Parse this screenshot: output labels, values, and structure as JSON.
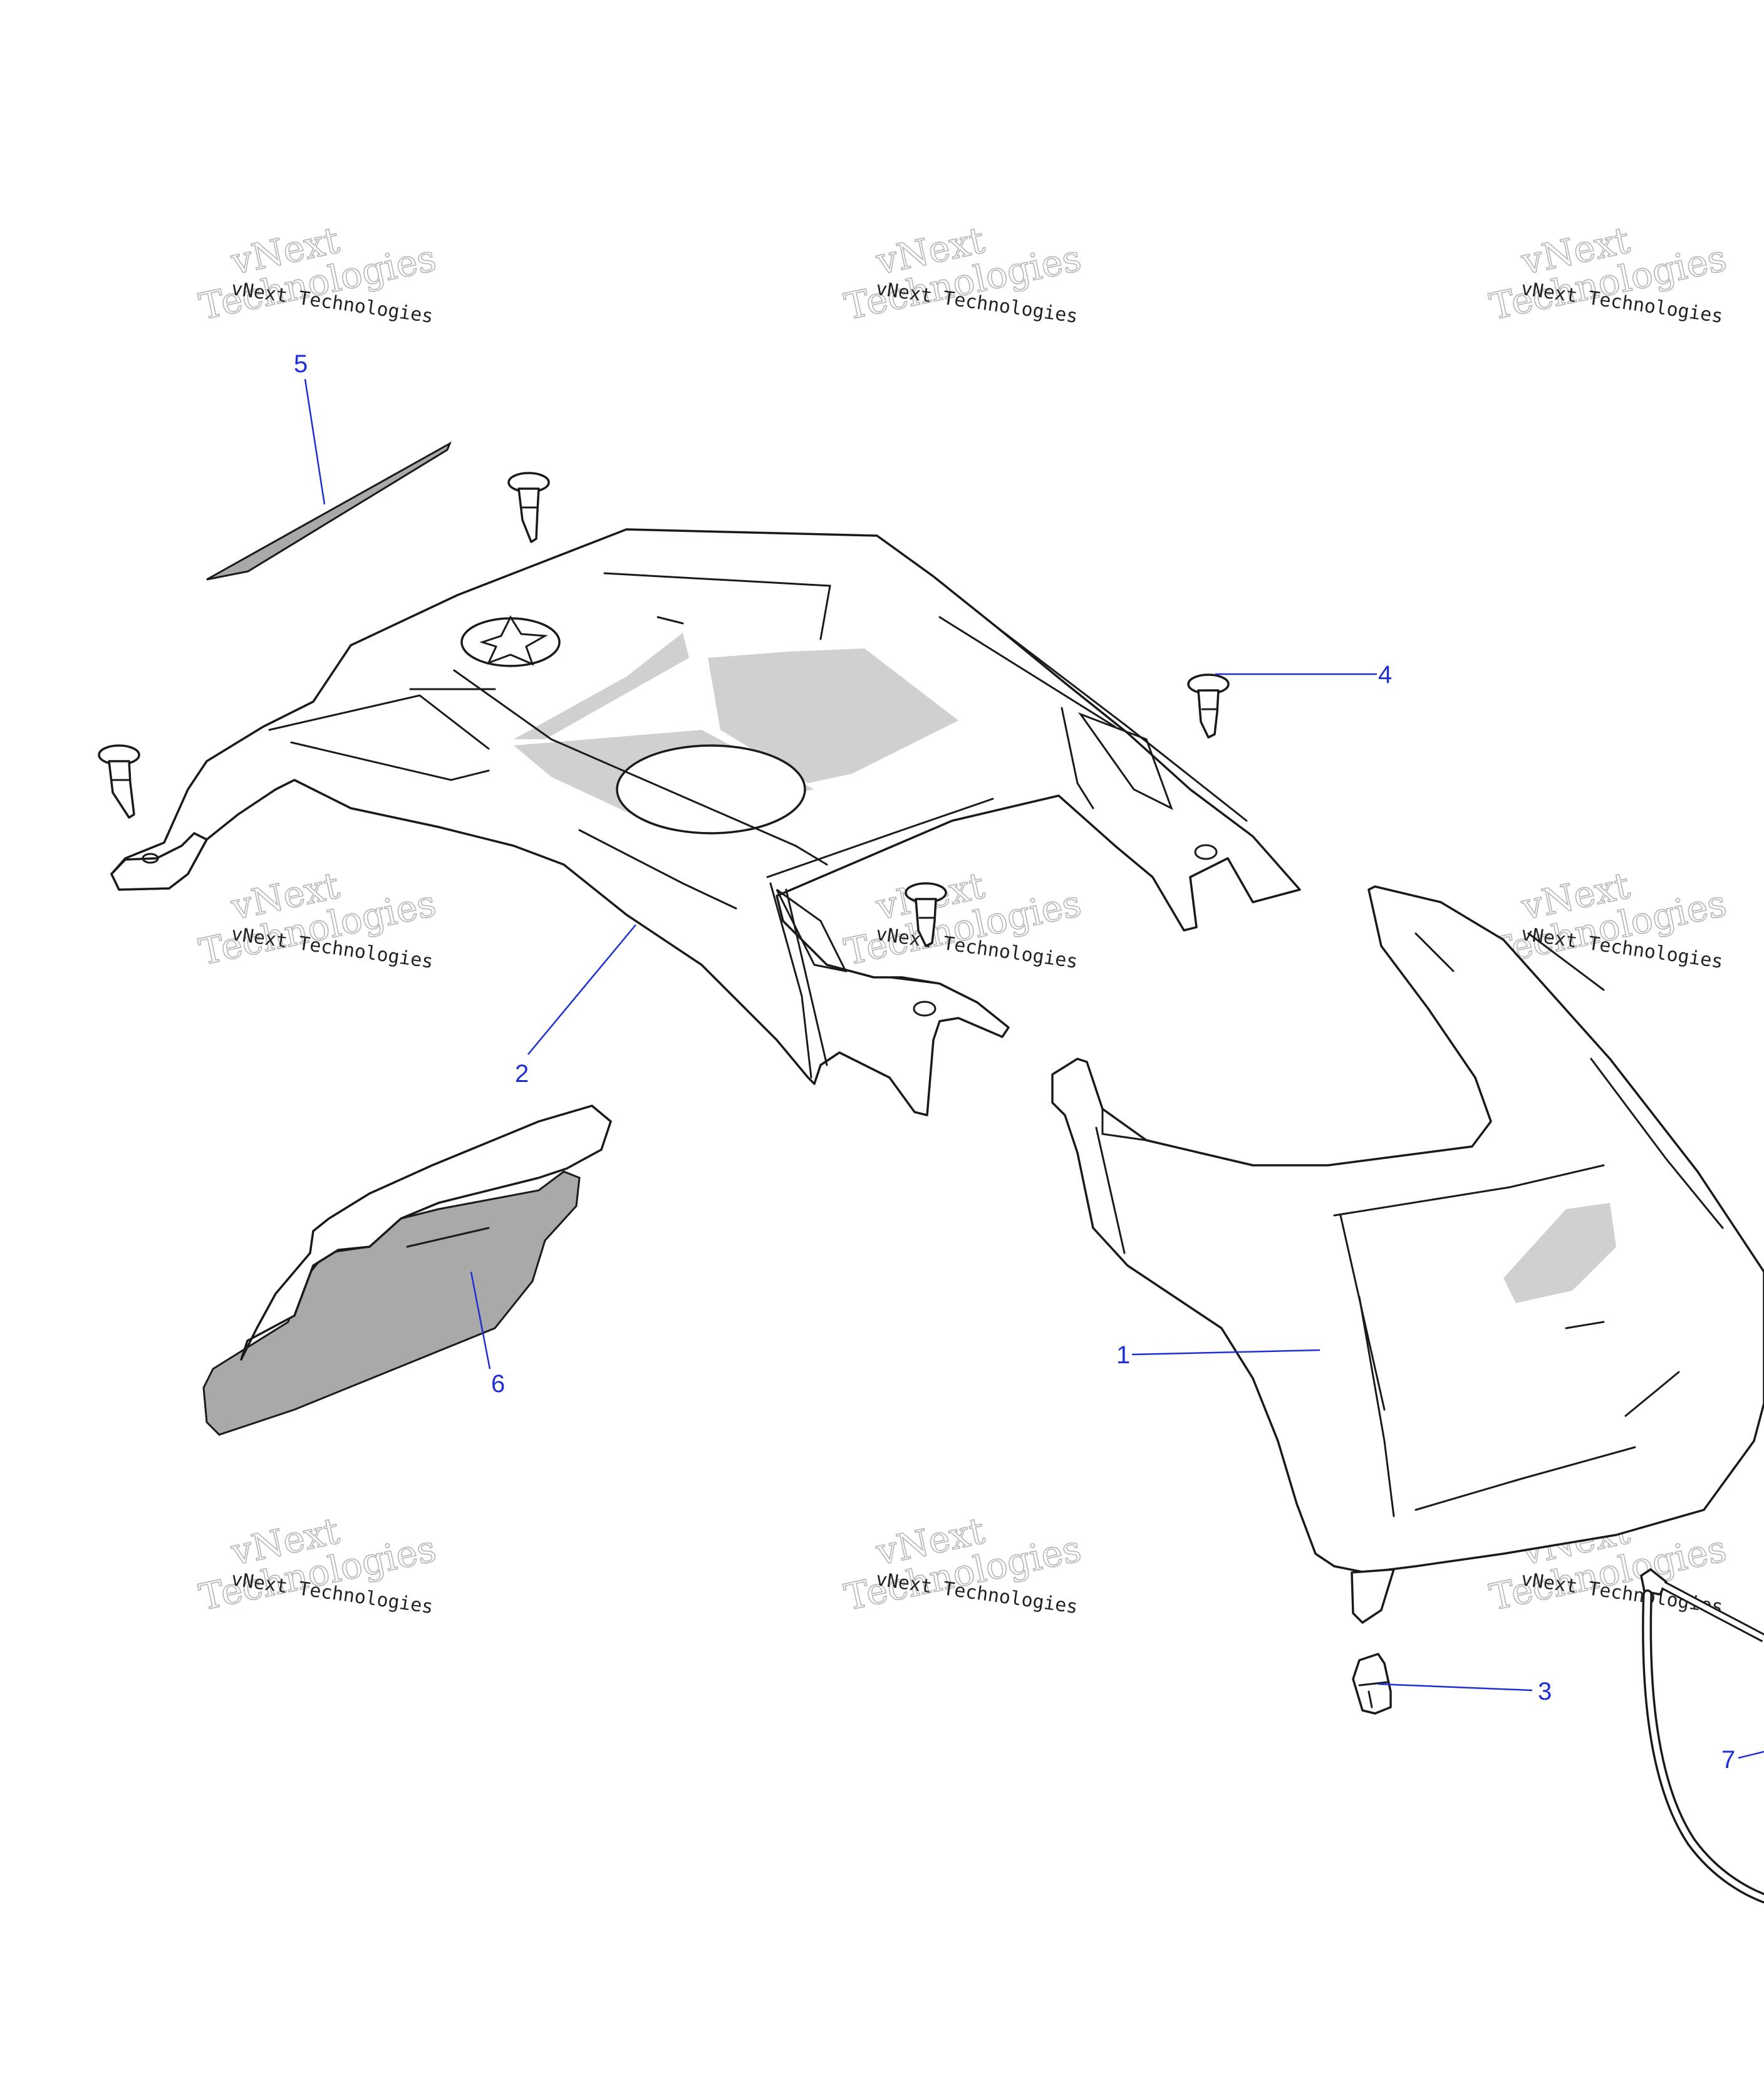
{
  "callouts": [
    {
      "id": "1",
      "label": "1"
    },
    {
      "id": "2",
      "label": "2"
    },
    {
      "id": "3",
      "label": "3"
    },
    {
      "id": "4",
      "label": "4"
    },
    {
      "id": "5",
      "label": "5"
    },
    {
      "id": "6",
      "label": "6"
    },
    {
      "id": "7",
      "label": "7"
    }
  ],
  "watermark": {
    "line1": "vNext",
    "line2": "Technologies",
    "small": "vNext Technologies"
  },
  "colors": {
    "callout": "#1f2fd6",
    "line": "#1a1a1a",
    "shade": "#d0d0d0"
  }
}
